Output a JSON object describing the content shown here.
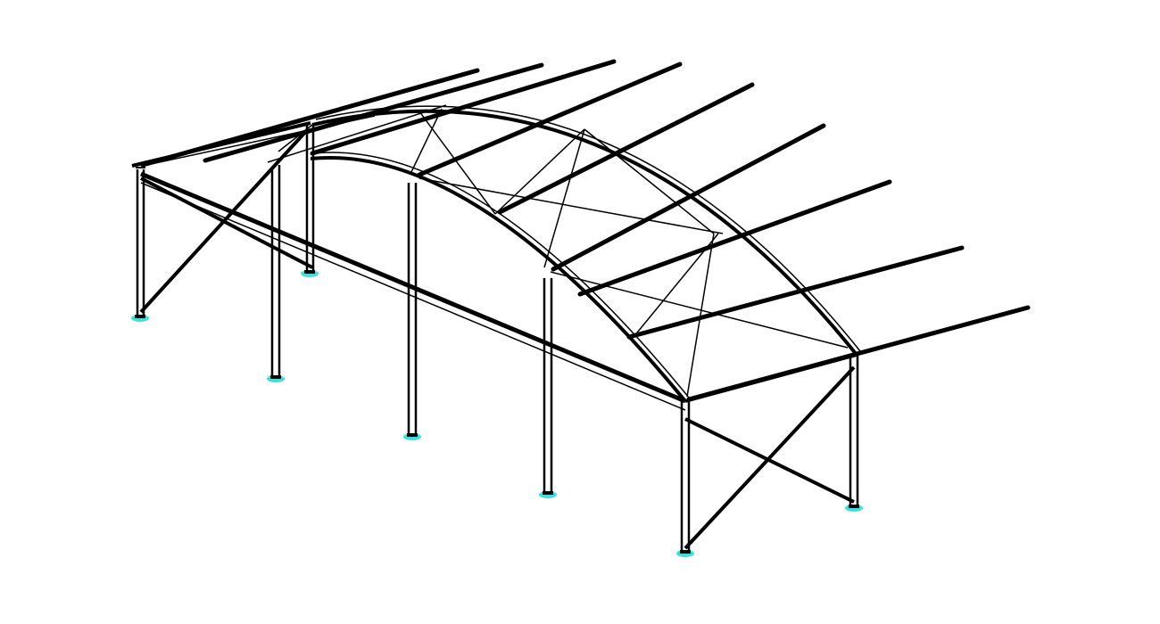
{
  "drawing": {
    "line_color": "#000000",
    "footing_color": "#37e3dd",
    "background": "#ffffff",
    "columns": 7,
    "roof_purlins": 9,
    "footings": 7
  }
}
